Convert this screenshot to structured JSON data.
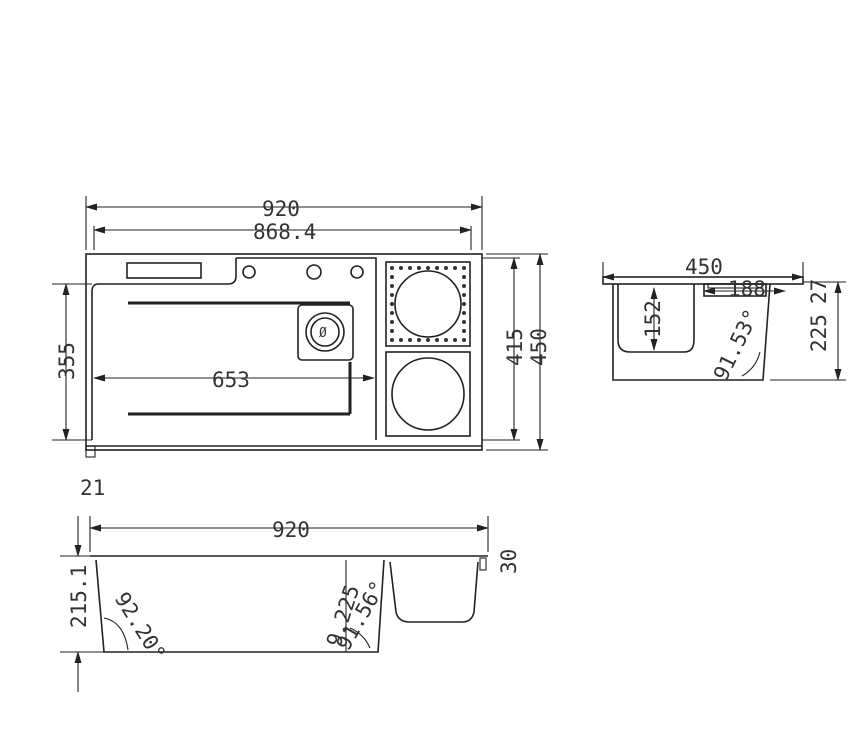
{
  "drawing": {
    "top_view": {
      "overall_width": "920",
      "inner_width": "868.4",
      "basin_width": "653",
      "basin_depth": "355",
      "inner_depth": "415",
      "overall_depth": "450",
      "lip": "21",
      "strainer_label": "Ø"
    },
    "side_view": {
      "width": "450",
      "tray_width": "188",
      "tray_depth": "27",
      "small_bowl_depth": "152",
      "total_depth": "225",
      "wall_angle": "91.53°"
    },
    "front_view": {
      "width": "920",
      "depth": "215.1",
      "flange": "30",
      "left_angle": "92.20°",
      "mid_depth": "9.225",
      "right_angle": "91.56°"
    }
  }
}
